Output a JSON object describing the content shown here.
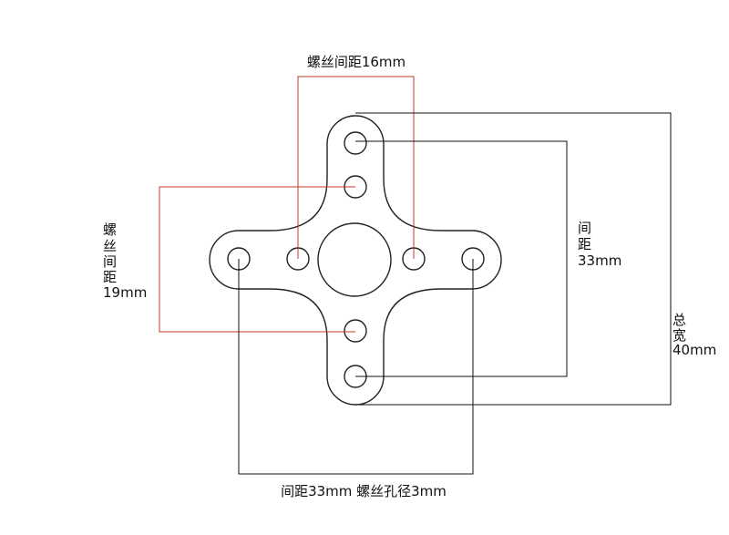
{
  "labels": {
    "top_screw_spacing": "螺丝间距16mm",
    "left_screw_spacing_lines": [
      "螺",
      "丝",
      "间",
      "距",
      "19mm"
    ],
    "right_spacing_lines": [
      "间",
      "距",
      "33mm"
    ],
    "total_width_lines": [
      "总",
      "宽",
      "40mm"
    ],
    "bottom_spacing": "间距33mm 螺丝孔径3mm"
  },
  "colors": {
    "outline": "#222222",
    "dimension_black": "#111111",
    "dimension_red": "#c0392b"
  }
}
